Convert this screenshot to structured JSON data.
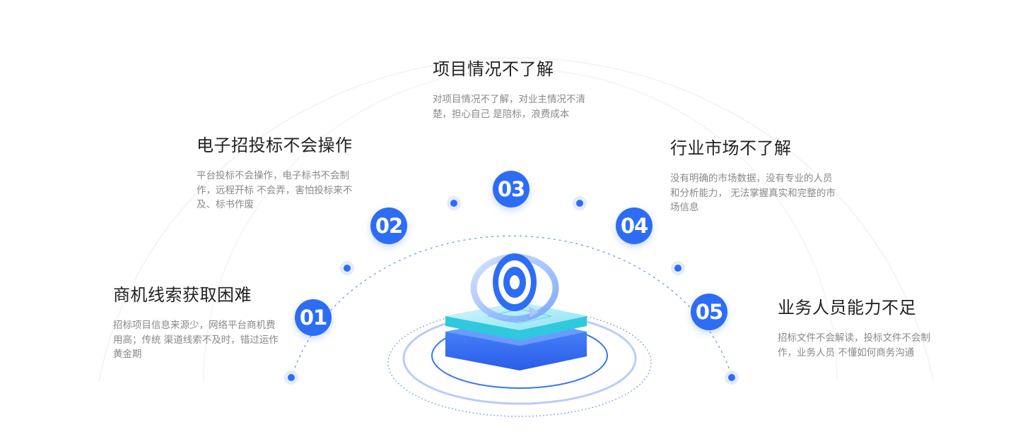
{
  "items": [
    {
      "num": "01",
      "title": "商机线索获取困难",
      "desc": "招标项目信息来源少，网络平台商机费用高；传统 渠道线索不及时，错过运作黄金期"
    },
    {
      "num": "02",
      "title": "电子招投标不会操作",
      "desc": "平台投标不会操作，电子标书不会制作，远程开标 不会弄，害怕投标来不及、标书作废"
    },
    {
      "num": "03",
      "title": "项目情况不了解",
      "desc": "对项目情况不了解，对业主情况不清楚，担心自己 是陪标，浪费成本"
    },
    {
      "num": "04",
      "title": "行业市场不了解",
      "desc": "没有明确的市场数据，没有专业的人员和分析能力， 无法掌握真实和完整的市场信息"
    },
    {
      "num": "05",
      "title": "业务人员能力不足",
      "desc": "招标文件不会解读，投标文件不会制作，业务人员 不懂如何商务沟通"
    }
  ],
  "colors": {
    "accent": "#2d6df6",
    "dot_halo": "#e3ebfd",
    "cyan": "#3fd2e0"
  },
  "icons": {
    "center": "target-cycle-icon"
  }
}
